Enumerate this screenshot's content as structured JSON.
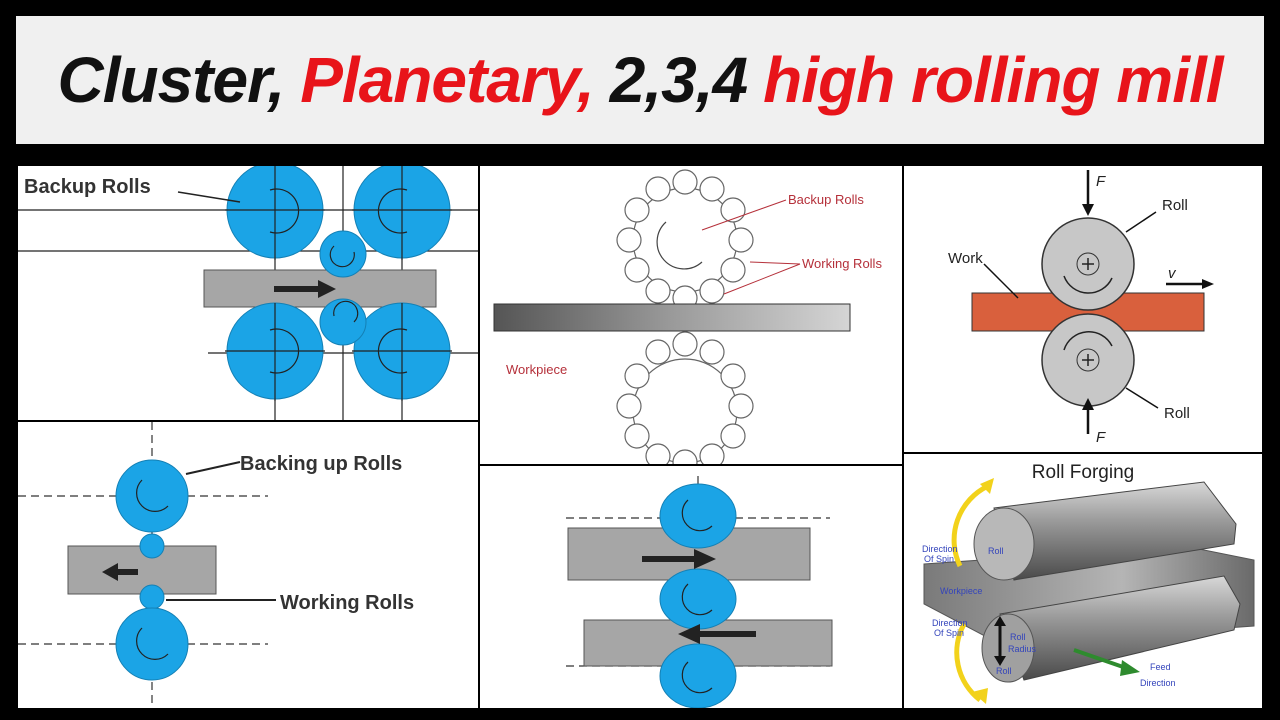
{
  "header": {
    "title_parts": [
      {
        "text": "Cluster,",
        "color": "#111111"
      },
      {
        "text": "Planetary,",
        "color": "#e8141a"
      },
      {
        "text": "2,3,4",
        "color": "#111111"
      },
      {
        "text": "high rolling mill",
        "color": "#e8141a"
      }
    ]
  },
  "colors": {
    "roll_blue": "#1ba4e6",
    "strip_gray": "#a6a6a6",
    "work_red": "#d9603d",
    "roll_gray": "#c7c7c7",
    "label_red": "#b5303a",
    "label_blue": "#3344bb"
  },
  "panels": {
    "cluster": {
      "label": "Backup Rolls"
    },
    "three_high": {
      "backing_label": "Backing up Rolls",
      "working_label": "Working Rolls"
    },
    "planetary": {
      "backup_label": "Backup Rolls",
      "working_label": "Working Rolls",
      "workpiece_label": "Workpiece"
    },
    "two_high": {
      "force_top": "F",
      "force_bottom": "F",
      "roll_top": "Roll",
      "roll_bottom": "Roll",
      "work": "Work",
      "velocity": "v"
    },
    "roll_forging": {
      "title": "Roll Forging",
      "dir_spin_top": [
        "Direction",
        "Of Spin"
      ],
      "roll_top": "Roll",
      "workpiece": "Workpiece",
      "dir_spin_bottom": [
        "Direction",
        "Of Spin"
      ],
      "roll_radius": [
        "Roll",
        "Radius"
      ],
      "roll_bottom": "Roll",
      "feed": [
        "Feed",
        "Direction"
      ]
    }
  }
}
